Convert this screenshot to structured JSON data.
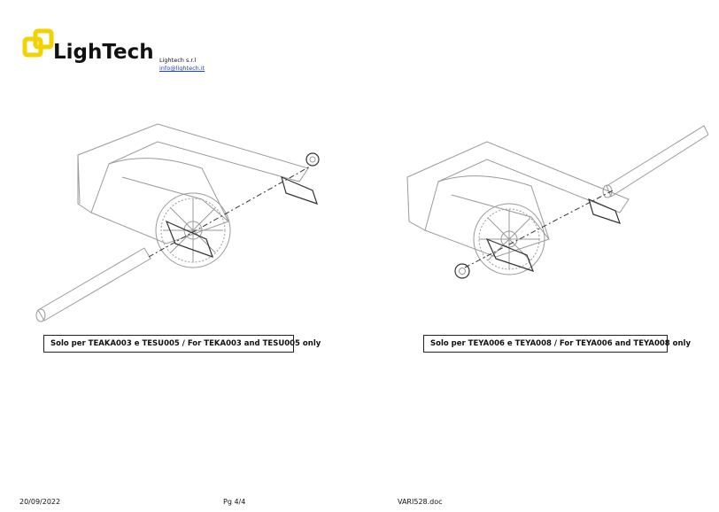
{
  "header": {
    "brand": "LighTech",
    "company_name": "Lightech s.r.l",
    "email": "info@lightech.it",
    "accent_color": "#f2d200"
  },
  "figures": [
    {
      "caption": "Solo per TEAKA003 e TESU005 / For TEKA003 and TESU005 only"
    },
    {
      "caption": "Solo per TEYA006 e TEYA008 / For TEYA006 and TEYA008 only"
    }
  ],
  "footer": {
    "date": "20/09/2022",
    "page": "Pg 4/4",
    "file": "VARI528.doc"
  }
}
